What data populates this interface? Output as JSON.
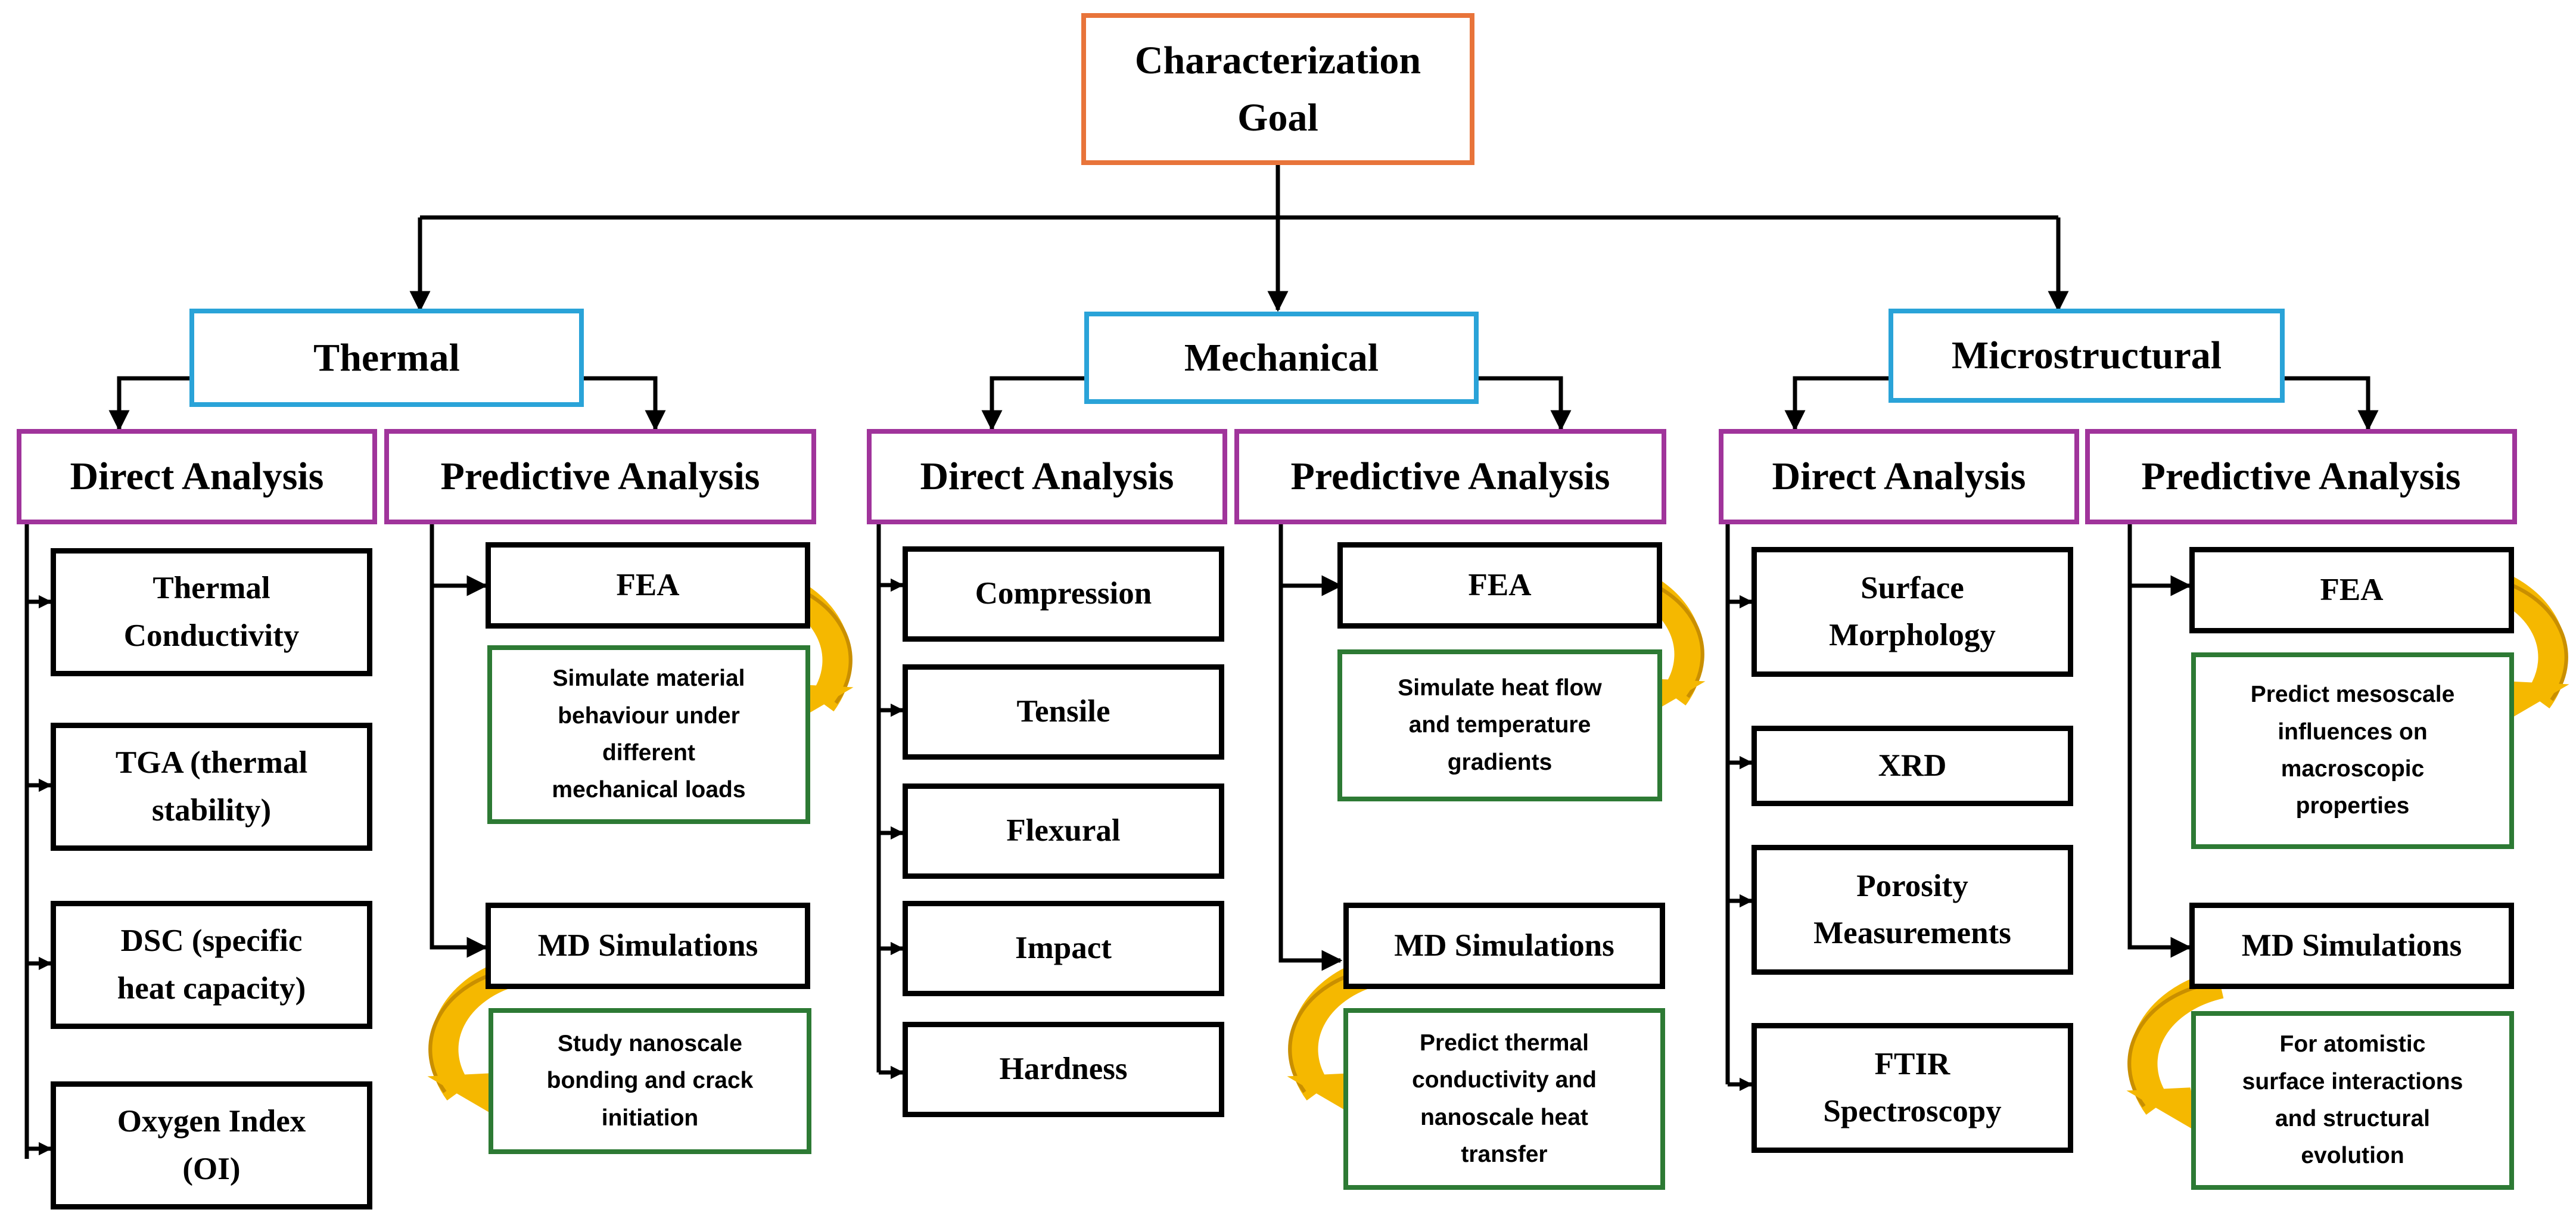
{
  "goal": {
    "line1": "Characterization",
    "line2": "Goal"
  },
  "categories": {
    "thermal": {
      "title": "Thermal",
      "direct_header": "Direct Analysis",
      "predictive_header": "Predictive Analysis",
      "direct_items": [
        {
          "line1": "Thermal",
          "line2": "Conductivity"
        },
        {
          "line1": "TGA (thermal",
          "line2": "stability)"
        },
        {
          "line1": "DSC (specific",
          "line2": "heat capacity)"
        },
        {
          "line1": "Oxygen Index",
          "line2": "(OI)"
        }
      ],
      "fea_label": "FEA",
      "fea_desc": [
        "Simulate material",
        "behaviour under",
        "different",
        "mechanical loads"
      ],
      "md_label": "MD Simulations",
      "md_desc": [
        "Study nanoscale",
        "bonding and crack",
        "initiation"
      ]
    },
    "mechanical": {
      "title": "Mechanical",
      "direct_header": "Direct Analysis",
      "predictive_header": "Predictive Analysis",
      "direct_items": [
        {
          "line1": "Compression"
        },
        {
          "line1": "Tensile"
        },
        {
          "line1": "Flexural"
        },
        {
          "line1": "Impact"
        },
        {
          "line1": "Hardness"
        }
      ],
      "fea_label": "FEA",
      "fea_desc": [
        "Simulate heat flow",
        "and temperature",
        "gradients"
      ],
      "md_label": "MD Simulations",
      "md_desc": [
        "Predict thermal",
        "conductivity and",
        "nanoscale heat",
        "transfer"
      ]
    },
    "microstructural": {
      "title": "Microstructural",
      "direct_header": "Direct Analysis",
      "predictive_header": "Predictive Analysis",
      "direct_items": [
        {
          "line1": "Surface",
          "line2": "Morphology"
        },
        {
          "line1": "XRD"
        },
        {
          "line1": "Porosity",
          "line2": "Measurements"
        },
        {
          "line1": "FTIR",
          "line2": "Spectroscopy"
        }
      ],
      "fea_label": "FEA",
      "fea_desc": [
        "Predict mesoscale",
        "influences on",
        "macroscopic",
        "properties"
      ],
      "md_label": "MD Simulations",
      "md_desc": [
        "For atomistic",
        "surface interactions",
        "and structural",
        "evolution"
      ]
    }
  },
  "colors": {
    "goal_border": "#e8743a",
    "category_border": "#2aa3d8",
    "analysis_border": "#a0349b",
    "item_border": "#000000",
    "description_border": "#2d7a34",
    "curved_arrow": "#f5b800"
  }
}
